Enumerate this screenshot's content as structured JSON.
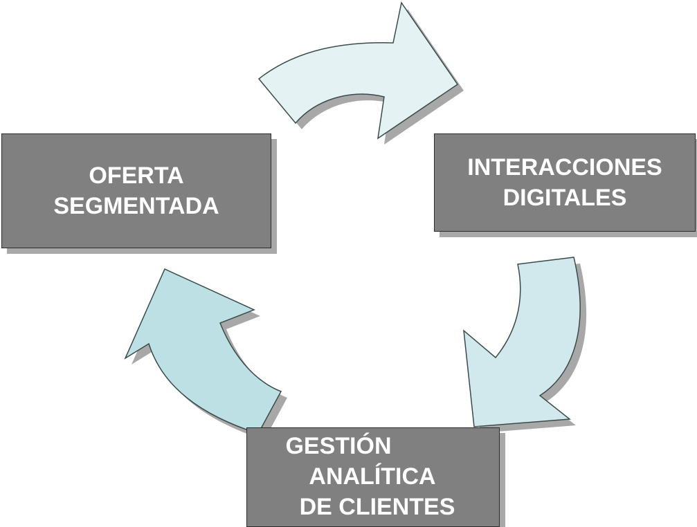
{
  "diagram": {
    "nodes": [
      {
        "id": "oferta",
        "lines": [
          "OFERTA",
          "SEGMENTADA"
        ]
      },
      {
        "id": "interacciones",
        "lines": [
          "INTERACCIONES",
          "DIGITALES"
        ]
      },
      {
        "id": "gestion",
        "lines": [
          "GESTIÓN",
          "ANALÍTICA",
          "DE CLIENTES"
        ]
      }
    ],
    "edges": [
      {
        "from": "oferta",
        "to": "interacciones"
      },
      {
        "from": "interacciones",
        "to": "gestion"
      },
      {
        "from": "gestion",
        "to": "oferta"
      }
    ]
  },
  "colors": {
    "box_fill": "#808080",
    "box_text": "#ffffff",
    "arrow_top": "#e4f2f3",
    "arrow_right": "#d1e9ec",
    "arrow_left": "#bde0e4",
    "arrow_outline": "#3a4a4a",
    "shadow": "#a8a8a8"
  }
}
